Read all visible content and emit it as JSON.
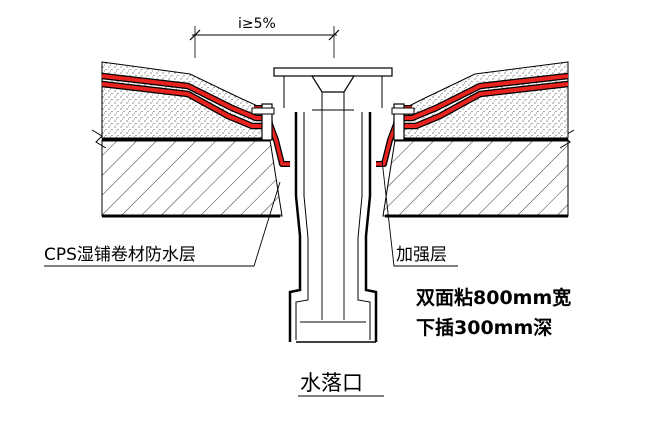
{
  "labels": {
    "slope": "i≥5%",
    "membrane": "CPS湿铺卷材防水层",
    "reinforcement": "加强层",
    "note_line1": "双面粘800mm宽",
    "note_line2": "下插300mm深",
    "drain": "水落口"
  },
  "colors": {
    "membrane_red": "#e8231f",
    "line": "#000000",
    "background": "#ffffff"
  }
}
